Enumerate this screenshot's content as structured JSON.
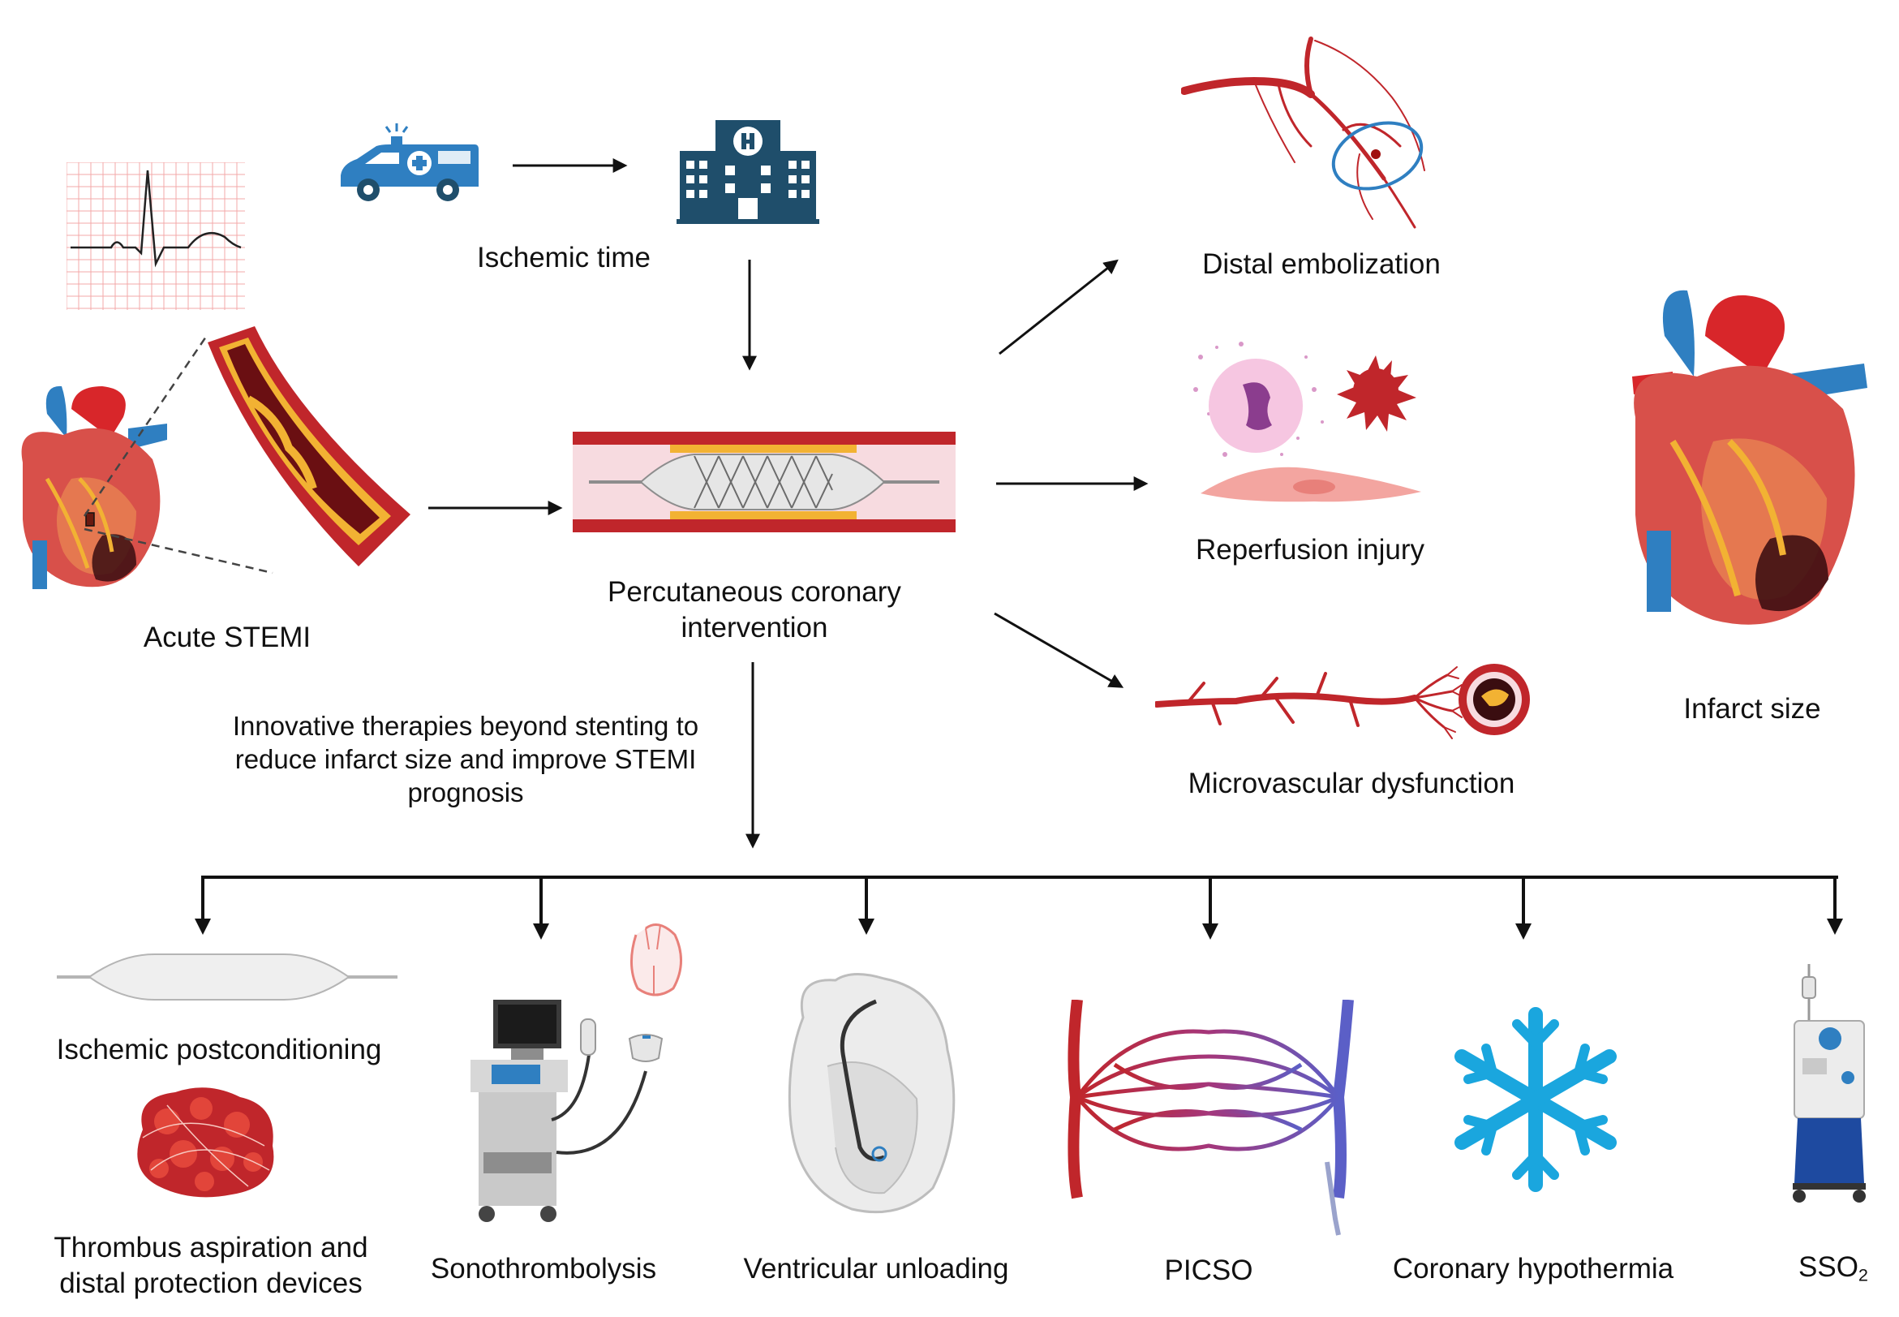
{
  "labels": {
    "ischemic_time": "Ischemic time",
    "acute_stemi": "Acute STEMI",
    "pci_line1": "Percutaneous coronary",
    "pci_line2": "intervention",
    "distal_embolization": "Distal embolization",
    "reperfusion_injury": "Reperfusion injury",
    "microvascular_dysfunction": "Microvascular dysfunction",
    "infarct_size": "Infarct size",
    "innovative_line1": "Innovative therapies beyond stenting to",
    "innovative_line2": "reduce infarct size and  improve STEMI",
    "innovative_line3": "prognosis"
  },
  "therapies": {
    "ischemic_postconditioning": "Ischemic postconditioning",
    "thrombus_line1": "Thrombus aspiration and",
    "thrombus_line2": "distal protection devices",
    "sonothrombolysis": "Sonothrombolysis",
    "ventricular_unloading": "Ventricular unloading",
    "picso": "PICSO",
    "coronary_hypothermia": "Coronary hypothermia",
    "sso2_main": "SSO",
    "sso2_sub": "2"
  },
  "colors": {
    "artery_red": "#c0262b",
    "vein_blue": "#2f7fc1",
    "hospital_navy": "#1f4e6b",
    "snowflake_blue": "#1aa6de",
    "plaque_yellow": "#f2b233",
    "ecg_grid": "#f3a8a8"
  },
  "icons": [
    "ecg-icon",
    "ambulance-icon",
    "hospital-icon",
    "heart-icon",
    "artery-icon",
    "stent-icon",
    "embolization-icon",
    "cell-icon",
    "microvessel-icon",
    "balloon-icon",
    "thrombus-icon",
    "ultrasound-icon",
    "heart-outline-icon",
    "picso-icon",
    "snowflake-icon",
    "sso2-device-icon"
  ]
}
